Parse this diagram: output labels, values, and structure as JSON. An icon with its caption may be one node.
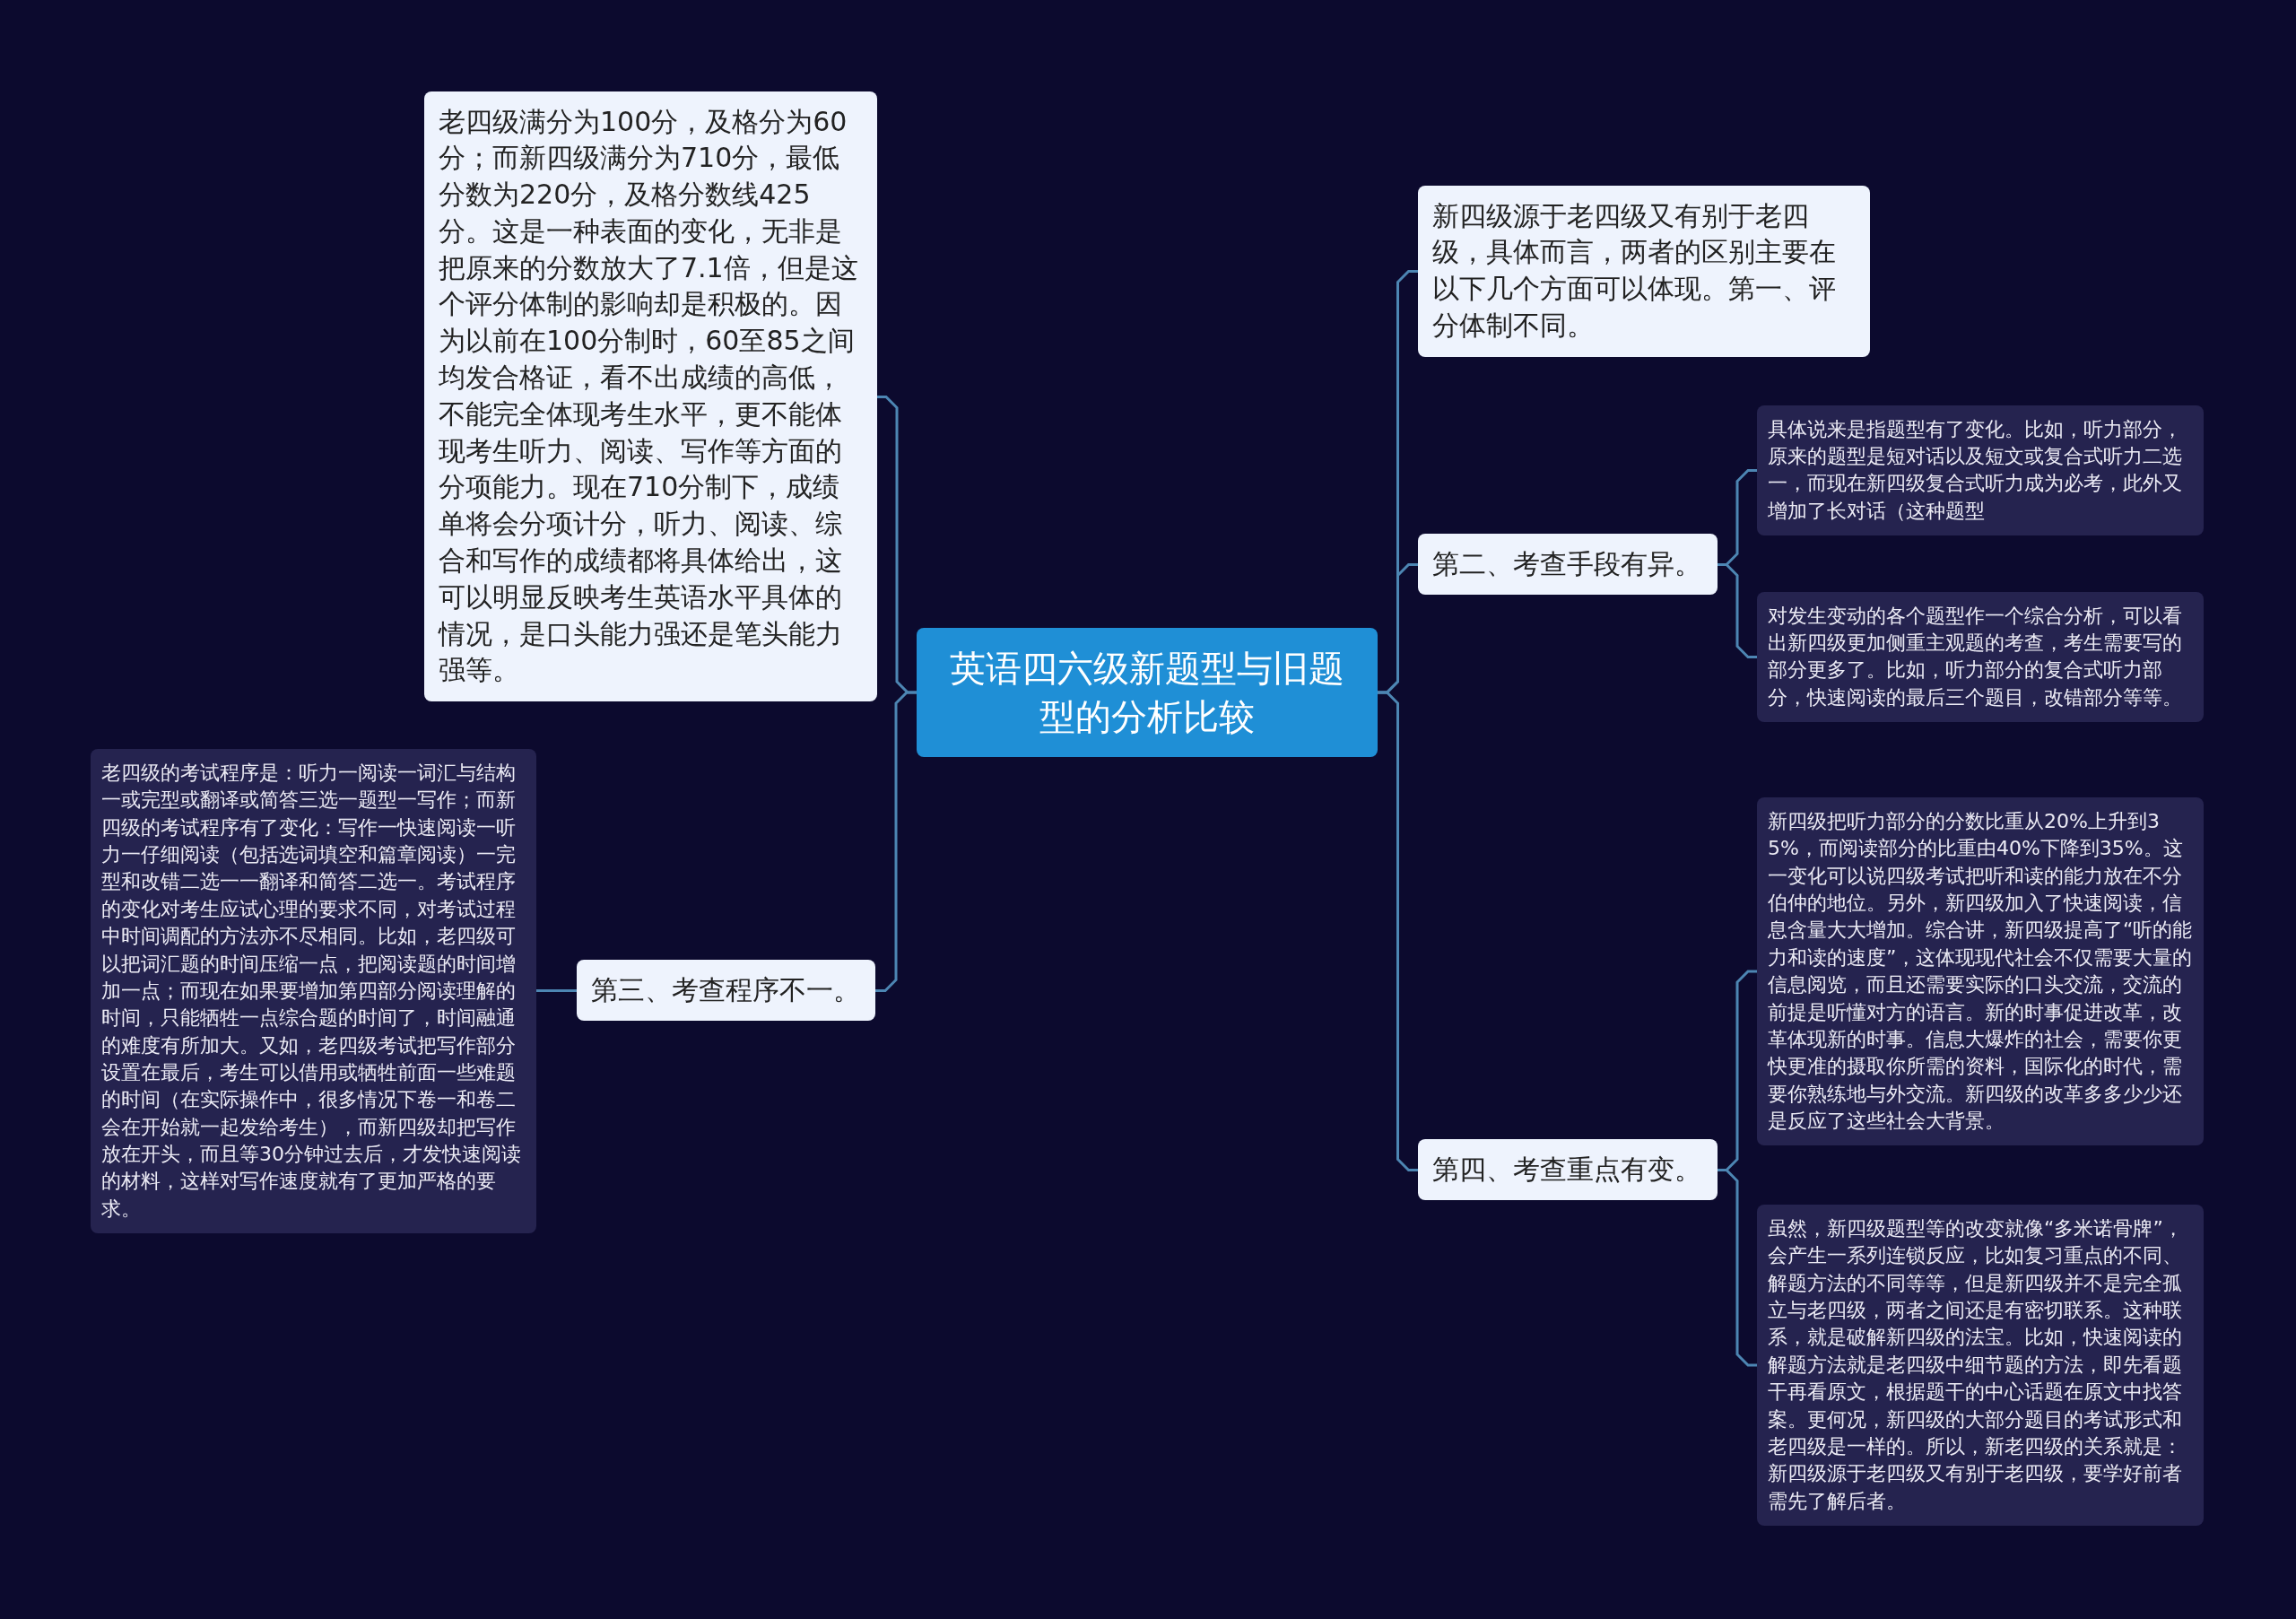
{
  "diagram": {
    "nodes": [
      {
        "text": [
          "英语四六级新题型与旧题型的分析比较"
        ]
      },
      {
        "text": [
          "新四级源于老四级又有别于老四级，具体而言，两者的区别主要在以下几个方面可以体现。第一、评分体制不同。"
        ]
      },
      {
        "text": [
          "老四级满分为100分，及格分为60分；而新四级满分为710分，最低分数为220分，及格分数线425分。这是一种表面的变化，无非是把原来的分数放大了7.1倍，但是这个评分体制的影响却是积极的。因为以前在100分制时，60至85之间均发合格证，看不出成绩的高低，不能完全体现考生水平，更不能体现考生听力、阅读、写作等方面的分项能力。现在710分制下，成绩单将会分项计分，听力、阅读、综合和写作的成绩都将具体给出，这可以明显反映考生英语水平具体的情况，是口头能力强还是笔头能力强等。"
        ]
      },
      {
        "text": [
          "第二、考查手段有异。"
        ]
      },
      {
        "text": [
          "具体说来是指题型有了变化。比如，听力部分，原来的题型是短对话以及短文或复合式听力二选一，而现在新四级复合式听力成为必考，此外又增加了长对话（这种题型"
        ]
      },
      {
        "text": [
          "对发生变动的各个题型作一个综合分析，可以看出新四级更加侧重主观题的考查，考生需要写的部分更多了。比如，听力部分的复合式听力部分，快速阅读的最后三个题目，改错部分等等。"
        ]
      },
      {
        "text": [
          "第三、考查程序不一。"
        ]
      },
      {
        "text": [
          "老四级的考试程序是：听力一阅读一词汇与结构一或完型或翻译或简答三选一题型一写作；而新四级的考试程序有了变化：写作一快速阅读一听力一仔细阅读（包括选词填空和篇章阅读）一完型和改错二选一一翻译和简答二选一。考试程序的变化对考生应试心理的要求不同，对考试过程中时间调配的方法亦不尽相同。比如，老四级可以把词汇题的时间压缩一点，把阅读题的时间增加一点；而现在如果要增加第四部分阅读理解的时间，只能牺牲一点综合题的时间了，时间融通的难度有所加大。又如，老四级考试把写作部分设置在最后，考生可以借用或牺牲前面一些难题的时间（在实际操作中，很多情况下卷一和卷二会在开始就一起发给考生），而新四级却把写作放在开头，而且等30分钟过去后，才发快速阅读的材料，这样对写作速度就有了更加严格的要求。"
        ]
      },
      {
        "text": [
          "第四、考查重点有变。"
        ]
      },
      {
        "text": [
          "新四级把听力部分的分数比重从20%上升到35%，而阅读部分的比重由40%下降到35%。这一变化可以说四级考试把听和读的能力放在不分伯仲的地位。另外，新四级加入了快速阅读，信息含量大大增加。综合讲，新四级提高了“听的能力和读的速度”，这体现现代社会不仅需要大量的信息阅览，而且还需要实际的口头交流，交流的前提是听懂对方的语言。新的时事促进改革，改革体现新的时事。信息大爆炸的社会，需要你更快更准的摄取你所需的资料，国际化的时代，需要你熟练地与外交流。新四级的改革多多少少还是反应了这些社会大背景。"
        ]
      },
      {
        "text": [
          "虽然，新四级题型等的改变就像“多米诺骨牌”，会产生一系列连锁反应，比如复习重点的不同、解题方法的不同等等，但是新四级并不是完全孤立与老四级，两者之间还是有密切联系。这种联系，就是破解新四级的法宝。比如，快速阅读的解题方法就是老四级中细节题的方法，即先看题干再看原文，根据题干的中心话题在原文中找答案。更何况，新四级的大部分题目的考试形式和老四级是一样的。所以，新老四级的关系就是：新四级源于老四级又有别于老四级，要学好前者需先了解后者。"
        ]
      }
    ],
    "edges": [
      {
        "from": 0,
        "to": 1,
        "arrow": "none"
      },
      {
        "from": 0,
        "to": 2,
        "arrow": "none"
      },
      {
        "from": 0,
        "to": 3,
        "arrow": "none"
      },
      {
        "from": 3,
        "to": 4,
        "arrow": "none"
      },
      {
        "from": 3,
        "to": 5,
        "arrow": "none"
      },
      {
        "from": 0,
        "to": 6,
        "arrow": "none"
      },
      {
        "from": 6,
        "to": 7,
        "arrow": "none"
      },
      {
        "from": 0,
        "to": 8,
        "arrow": "none"
      },
      {
        "from": 8,
        "to": 9,
        "arrow": "none"
      },
      {
        "from": 8,
        "to": 10,
        "arrow": "none"
      }
    ]
  }
}
